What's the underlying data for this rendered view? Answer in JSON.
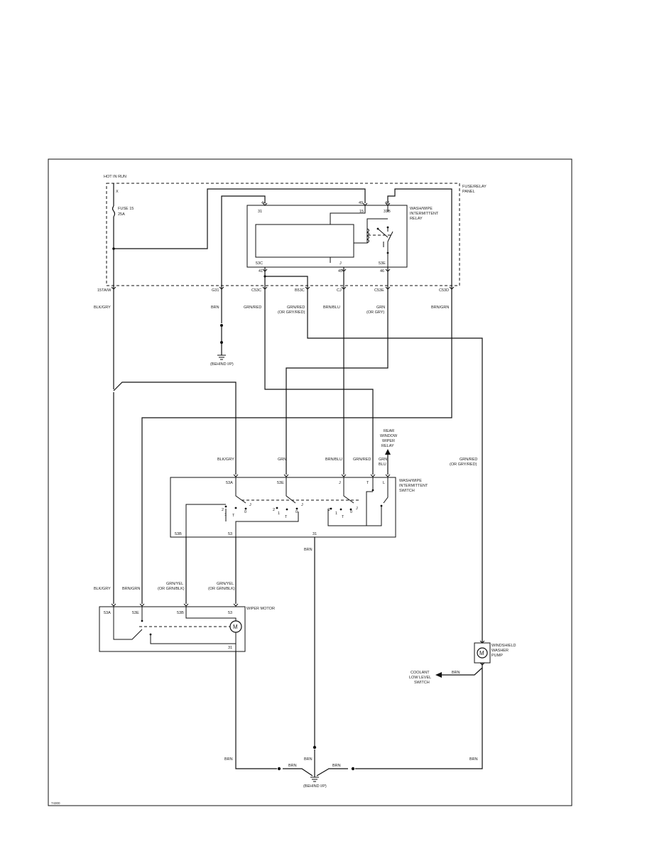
{
  "labels": {
    "hot_in_run": "HOT IN RUN",
    "x": "X",
    "fuse": "FUSE 15",
    "fuse_amp": "25A",
    "fuse_relay_panel_1": "FUSE/RELAY",
    "fuse_relay_panel_2": "PANEL",
    "relay_1": "WASH/WIPE",
    "relay_2": "INTERMITTENT",
    "relay_3": "RELAY",
    "switch_1": "WASH/WIPE",
    "switch_2": "INTERMITTENT",
    "switch_3": "SWITCH",
    "wiper_motor": "WIPER MOTOR",
    "rear_window_1": "REAR",
    "rear_window_2": "WINDOW",
    "rear_window_3": "WIPER",
    "rear_window_4": "RELAY",
    "washer_pump_1": "WINDSHIELD",
    "washer_pump_2": "WASHER",
    "washer_pump_3": "PUMP",
    "coolant_1": "COOLANT",
    "coolant_2": "LOW LEVEL",
    "coolant_3": "SWITCH",
    "behind_ip_top": "(BEHIND I/P)",
    "behind_ip_bottom": "(BEHIND I/P)",
    "motor_symbol": "M",
    "pump_symbol": "M",
    "figure_id": "74300"
  },
  "relay_pins": {
    "p44": "44",
    "p49": "49",
    "p42": "42",
    "p31": "31",
    "p15": "15",
    "p31b": "31B",
    "p53c": "53C",
    "pj": "J",
    "p53e": "53E",
    "p41": "41",
    "p45": "45",
    "p46": "46"
  },
  "panel_connectors": {
    "c1": "15TA/W",
    "c2": "G31",
    "c3": "C53C",
    "c4": "B53C",
    "c5": "CJ",
    "c6": "C53E",
    "c7": "C53D"
  },
  "wires_top": {
    "w1": "BLK/GRY",
    "w2": "BRN",
    "w3": "GRN/RED",
    "w4a": "GRN/RED",
    "w4b": "(OR GRY/RED)",
    "w5": "BRN/BLU",
    "w6a": "GRN",
    "w6b": "(OR GRY)",
    "w7": "BRN/GRN"
  },
  "wires_mid": {
    "blkgry": "BLK/GRY",
    "grn": "GRN",
    "brnblu": "BRN/BLU",
    "grnred": "GRN/RED",
    "grnblu_1": "GRN",
    "grnblu_2": "BLU",
    "pump_feed_1": "GRN/RED",
    "pump_feed_2": "(OR GRY/RED)"
  },
  "switch_pins": {
    "p53a": "53A",
    "p53e": "53E",
    "pj": "J",
    "pt": "T",
    "pl": "L",
    "p53b": "53B",
    "p53": "53",
    "p31": "31",
    "s1_2": "2",
    "s1_1": "1",
    "s1_0": "0",
    "s1_j": "J",
    "s1_t": "T",
    "s2_2": "2",
    "s2_1": "1",
    "s2_0": "0",
    "s2_j": "J",
    "s2_t": "T",
    "s3_2": "2",
    "s3_1": "1",
    "s3_0": "0",
    "s3_j": "J",
    "s3_t": "T"
  },
  "wires_low": {
    "brn": "BRN",
    "grnyel_a1": "GRN/YEL",
    "grnyel_a2": "(OR GRN/BLK)",
    "grnyel_b1": "GRN/YEL",
    "grnyel_b2": "(OR GRN/BLK)",
    "blkgry": "BLK/GRY",
    "brngrn": "BRN/GRN"
  },
  "motor_pins": {
    "p53a": "53A",
    "p53e": "53E",
    "p53b": "53B",
    "p53": "53",
    "p31": "31"
  },
  "ground_wires": {
    "left": "BRN",
    "mid": "BRN",
    "right": "BRN",
    "g1": "BRN",
    "g2": "BRN",
    "pump_brn": "BRN"
  }
}
